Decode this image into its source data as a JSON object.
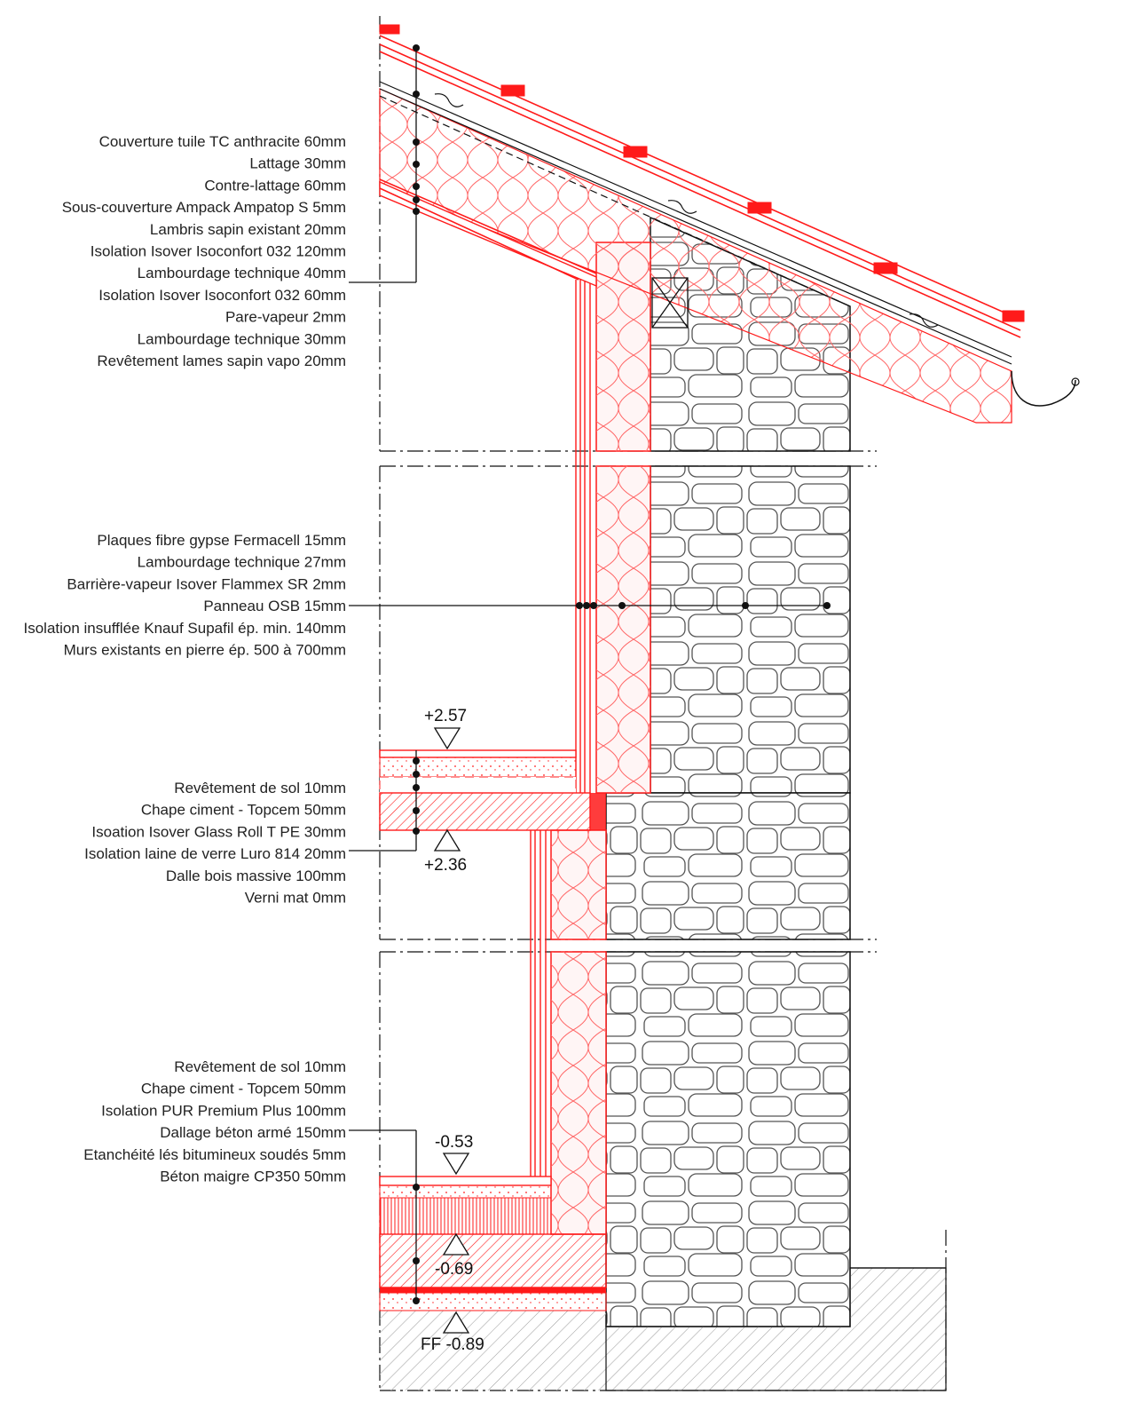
{
  "roof_labels": [
    "Couverture tuile TC anthracite 60mm",
    "Lattage 30mm",
    "Contre-lattage 60mm",
    "Sous-couverture Ampack Ampatop S 5mm",
    "Lambris sapin existant 20mm",
    "Isolation Isover Isoconfort 032 120mm",
    "Lambourdage technique 40mm",
    "Isolation Isover Isoconfort 032 60mm",
    "Pare-vapeur 2mm",
    "Lambourdage technique 30mm",
    "Revêtement lames sapin vapo 20mm"
  ],
  "wall_labels": [
    "Plaques fibre gypse Fermacell 15mm",
    "Lambourdage technique 27mm",
    "Barrière-vapeur Isover Flammex SR 2mm",
    "Panneau OSB 15mm",
    "Isolation insufflée Knauf Supafil  ép. min. 140mm",
    "Murs existants en pierre ép. 500 à 700mm"
  ],
  "floor_labels": [
    "Revêtement de sol 10mm",
    "Chape ciment - Topcem 50mm",
    "Isoation Isover Glass Roll T PE 30mm",
    "Isolation laine de verre Luro 814 20mm",
    "Dalle bois massive 100mm",
    "Verni mat 0mm"
  ],
  "ground_labels": [
    "Revêtement de sol 10mm",
    "Chape ciment - Topcem 50mm",
    "Isolation PUR Premium Plus 100mm",
    "Dallage béton armé 150mm",
    "Etanchéité lés bitumineux soudés 5mm",
    "Béton maigre CP350 50mm"
  ],
  "levels": {
    "floor_top": "+2.57",
    "floor_bottom": "+2.36",
    "ground_top": "-0.53",
    "ground_mid": "-0.69",
    "foundation": "FF -0.89"
  },
  "colors": {
    "red": "#ff1a1a",
    "pink": "#ffd9d9",
    "black": "#111111",
    "stone": "#555555"
  }
}
